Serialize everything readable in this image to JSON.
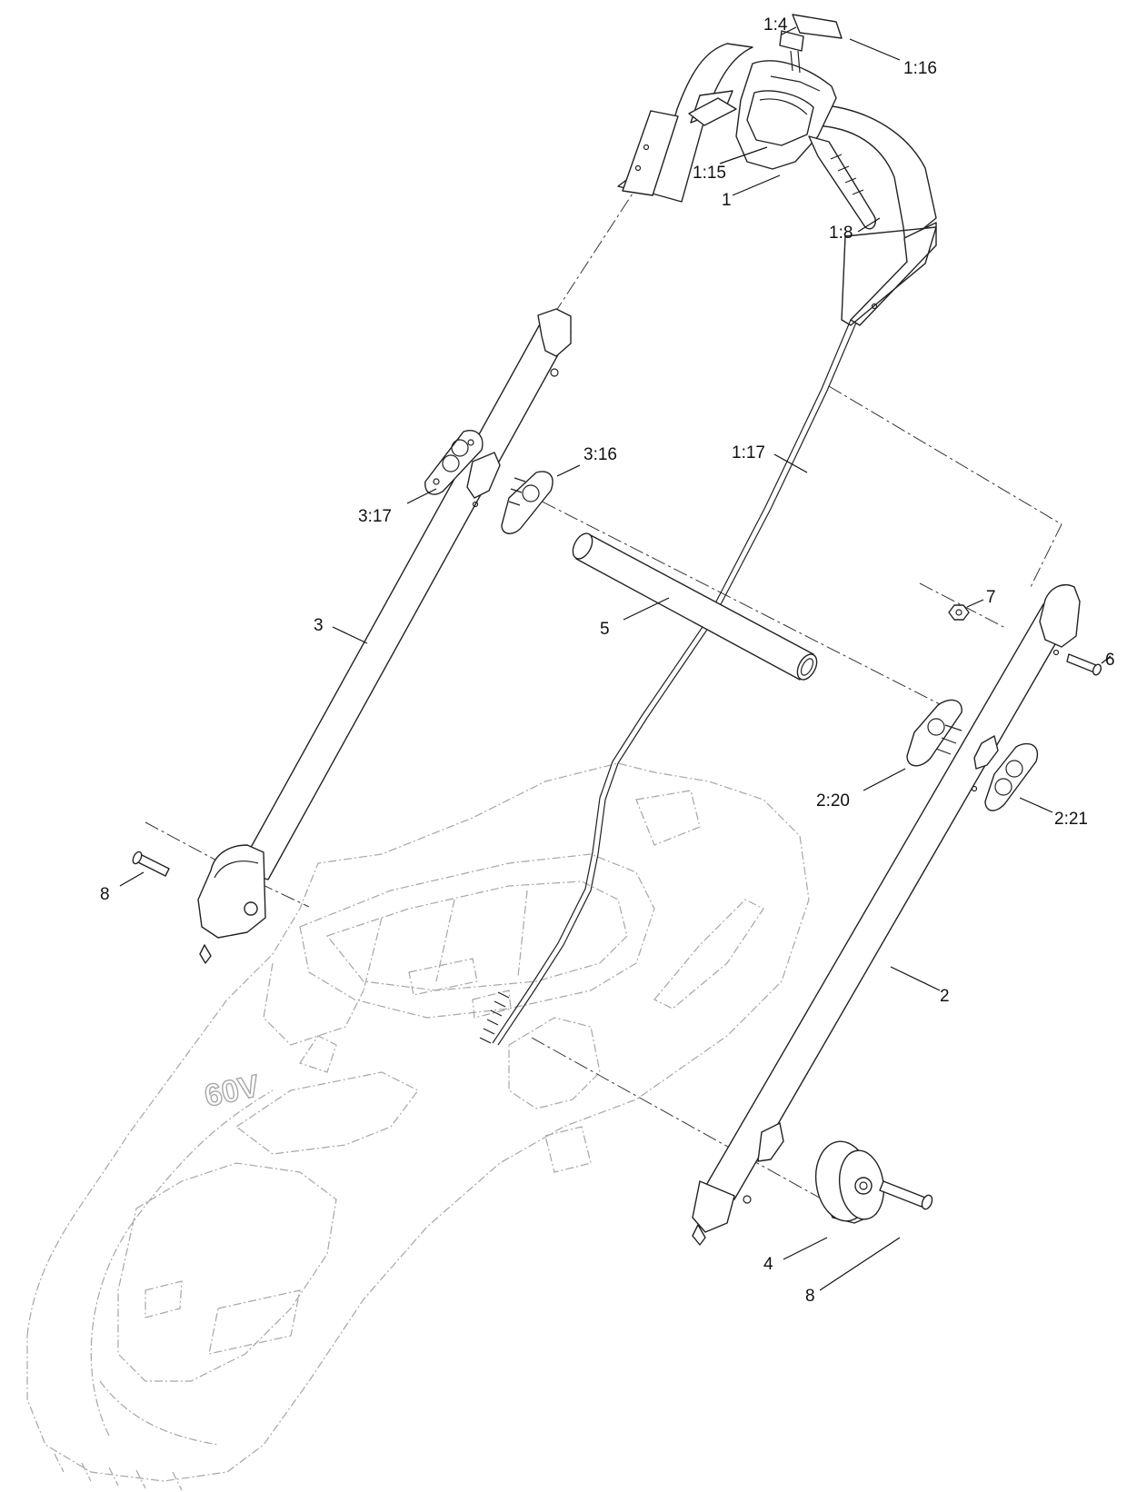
{
  "diagram": {
    "callouts": {
      "c1_4": "1:4",
      "c1_16": "1:16",
      "c1_15": "1:15",
      "c1": "1",
      "c1_8": "1:8",
      "c3_16": "3:16",
      "c1_17": "1:17",
      "c3_17": "3:17",
      "c3": "3",
      "c5": "5",
      "c7": "7",
      "c6": "6",
      "c2_20": "2:20",
      "c2_21": "2:21",
      "c8_left": "8",
      "c2": "2",
      "c4": "4",
      "c8_right": "8"
    },
    "mower_body_text": {
      "voltage": "60V"
    },
    "colors": {
      "line": "#222222",
      "ghost": "#a6a6a6",
      "background": "#ffffff"
    }
  }
}
